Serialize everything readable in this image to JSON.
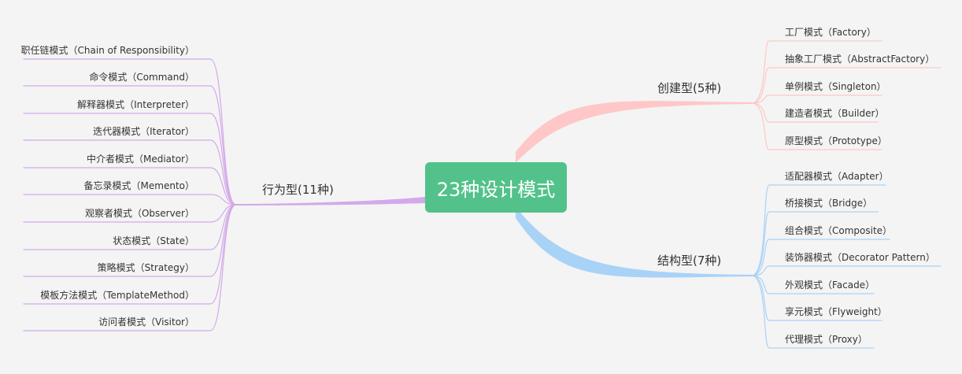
{
  "root": {
    "label": "23种设计模式"
  },
  "colors": {
    "creational": "#ffc7c7",
    "structural": "#a9d2f7",
    "behavioral": "#d3a9ea",
    "root_bg": "#52c28a",
    "background": "#f4f4f4"
  },
  "branches": [
    {
      "id": "creational",
      "label": "创建型(5种)",
      "side": "right",
      "items": [
        "工厂模式（Factory）",
        "抽象工厂模式（AbstractFactory）",
        "单例模式（Singleton）",
        "建造者模式（Builder）",
        "原型模式（Prototype）"
      ]
    },
    {
      "id": "structural",
      "label": "结构型(7种)",
      "side": "right",
      "items": [
        "适配器模式（Adapter）",
        "桥接模式（Bridge）",
        "组合模式（Composite）",
        "装饰器模式（Decorator Pattern）",
        "外观模式（Facade）",
        "享元模式（Flyweight）",
        "代理模式（Proxy）"
      ]
    },
    {
      "id": "behavioral",
      "label": "行为型(11种)",
      "side": "left",
      "items": [
        "职任链模式（Chain of Responsibility）",
        "命令模式（Command）",
        "解释器模式（Interpreter）",
        "迭代器模式（Iterator）",
        "中介者模式（Mediator）",
        "备忘录模式（Memento）",
        "观察者模式（Observer）",
        "状态模式（State）",
        "策略模式（Strategy）",
        "模板方法模式（TemplateMethod）",
        "访问者模式（Visitor）"
      ]
    }
  ]
}
